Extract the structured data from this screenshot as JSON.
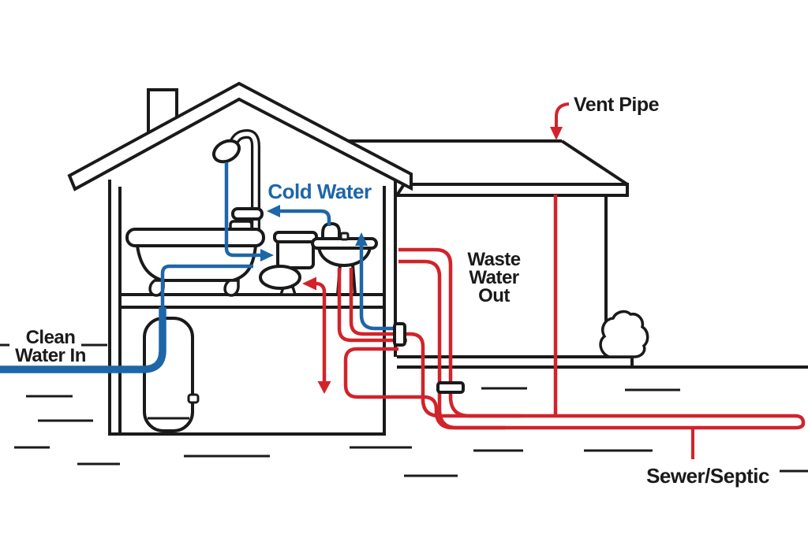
{
  "diagram": {
    "title": "Home plumbing system cutaway diagram",
    "labels": {
      "vent_pipe": "Vent Pipe",
      "cold_water": "Cold Water",
      "waste_water_line1": "Waste",
      "waste_water_line2": "Water",
      "waste_water_line3": "Out",
      "clean_water_line1": "Clean",
      "clean_water_line2": "Water In",
      "sewer_septic": "Sewer/Septic"
    },
    "colors": {
      "supply_blue": "#1d66a8",
      "waste_red": "#d2232a",
      "outline_black": "#1a1a1a",
      "background": "#ffffff"
    },
    "pipes": [
      {
        "name": "clean-water-supply",
        "color_key": "supply_blue",
        "label": "Clean Water In"
      },
      {
        "name": "cold-water-distribution",
        "color_key": "supply_blue",
        "label": "Cold Water"
      },
      {
        "name": "waste-water-drain",
        "color_key": "waste_red",
        "label": "Waste Water Out"
      },
      {
        "name": "vent-stack",
        "color_key": "waste_red",
        "label": "Vent Pipe"
      },
      {
        "name": "sewer-main",
        "color_key": "waste_red",
        "label": "Sewer/Septic"
      }
    ],
    "fixtures": [
      "shower",
      "bathtub",
      "toilet",
      "pedestal-sink",
      "water-heater"
    ]
  }
}
